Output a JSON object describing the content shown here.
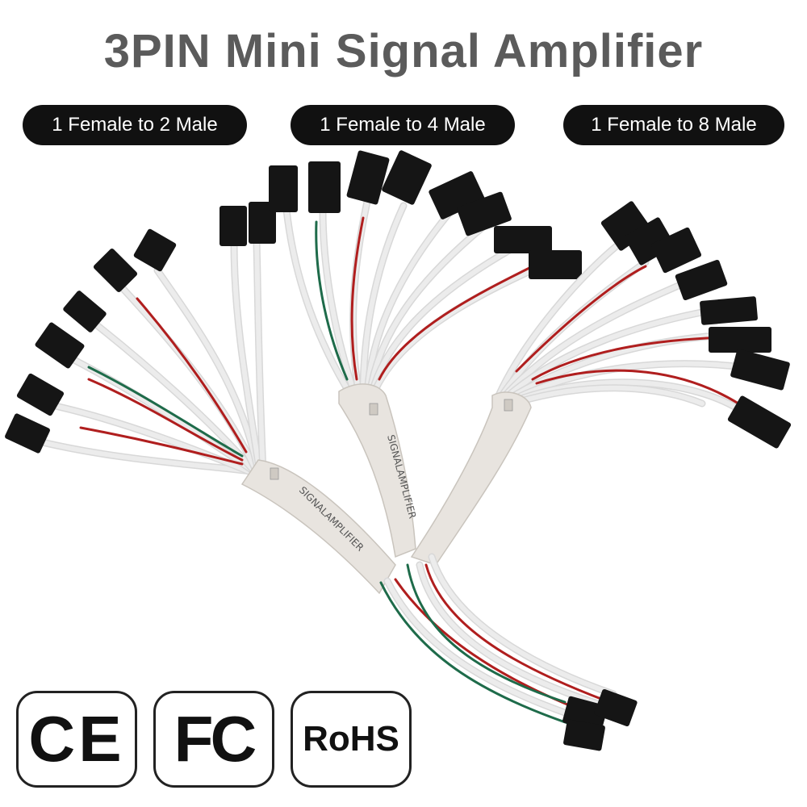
{
  "title": "3PIN Mini Signal Amplifier",
  "variants": [
    {
      "label": "1 Female to 2 Male"
    },
    {
      "label": "1 Female to 4 Male"
    },
    {
      "label": "1 Female to 8 Male"
    }
  ],
  "certifications": [
    "CE",
    "FC",
    "RoHS"
  ],
  "module_print": "SIGNALAMPLIFIER",
  "colors": {
    "title": "#5b5b5b",
    "pill_bg": "#111111",
    "pill_text": "#ffffff",
    "wire_white": "#e6e6e6",
    "wire_red": "#b01e1e",
    "wire_green": "#1e6b4a",
    "connector": "#151515",
    "module_body": "#e8e4df"
  }
}
